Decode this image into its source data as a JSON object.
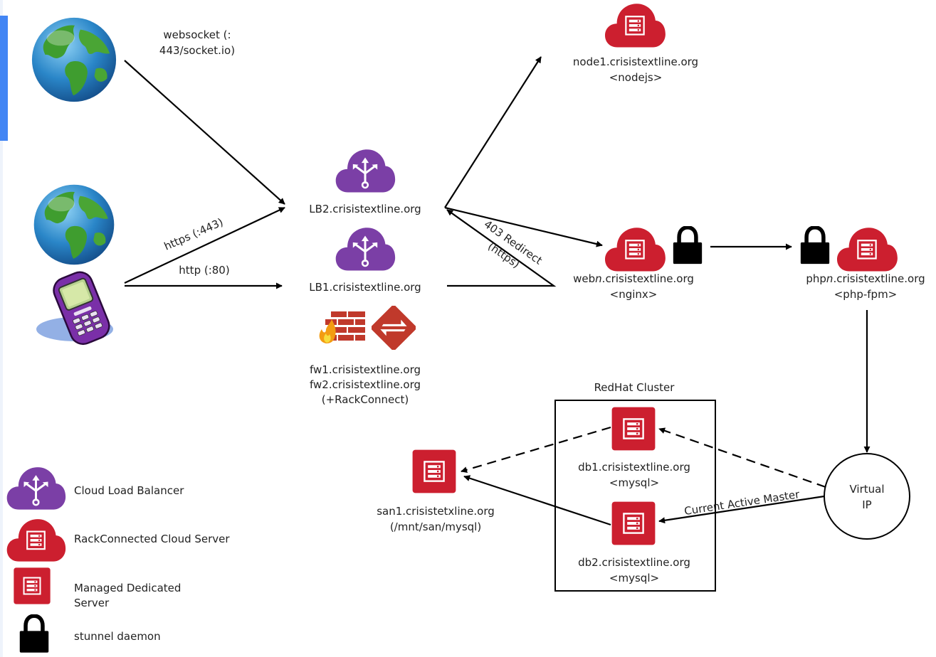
{
  "edges": {
    "websocket_line1": "websocket (:",
    "websocket_line2": "443/socket.io)",
    "https": "https (:443)",
    "http": "http (:80)",
    "redirect_line1": "403 Redirect",
    "redirect_line2": "(https)",
    "current_active_master": "Current Active Master"
  },
  "nodes": {
    "node1_host": "node1.crisistextline.org",
    "node1_role": "<nodejs>",
    "lb2": "LB2.crisistextline.org",
    "lb1": "LB1.crisistextline.org",
    "fw1": "fw1.crisistextline.org",
    "fw2": "fw2.crisistextline.org",
    "fw_note": "(+RackConnect)",
    "web_prefix": "web",
    "web_n": "n",
    "web_suffix": ".crisistextline.org",
    "web_role": "<nginx>",
    "php_prefix": "php",
    "php_n": "n",
    "php_suffix": ".crisistextline.org",
    "php_role": "<php-fpm>",
    "cluster_title": "RedHat Cluster",
    "db1_host": "db1.crisistextline.org",
    "db1_role": "<mysql>",
    "db2_host": "db2.crisistextline.org",
    "db2_role": "<mysql>",
    "san_host": "san1.crisistetxline.org",
    "san_path": "(/mnt/san/mysql)",
    "vip_line1": "Virtual",
    "vip_line2": "IP"
  },
  "legend": {
    "load_balancer": "Cloud Load Balancer",
    "cloud_server": "RackConnected Cloud Server",
    "dedicated_line1": "Managed Dedicated",
    "dedicated_line2": "Server",
    "stunnel": "stunnel daemon"
  },
  "colors": {
    "rackspace_red": "#cc1f2f",
    "balancer_purple": "#7b3fa6",
    "globe_blue": "#2a86c8",
    "globe_green": "#3f9d2f",
    "accent_blue": "#4285f4"
  },
  "icons": [
    "globe-icon",
    "mobile-phone-icon",
    "cloud-load-balancer-icon",
    "cloud-server-icon",
    "dedicated-server-icon",
    "padlock-icon",
    "firewall-icon",
    "rackconnect-icon"
  ]
}
